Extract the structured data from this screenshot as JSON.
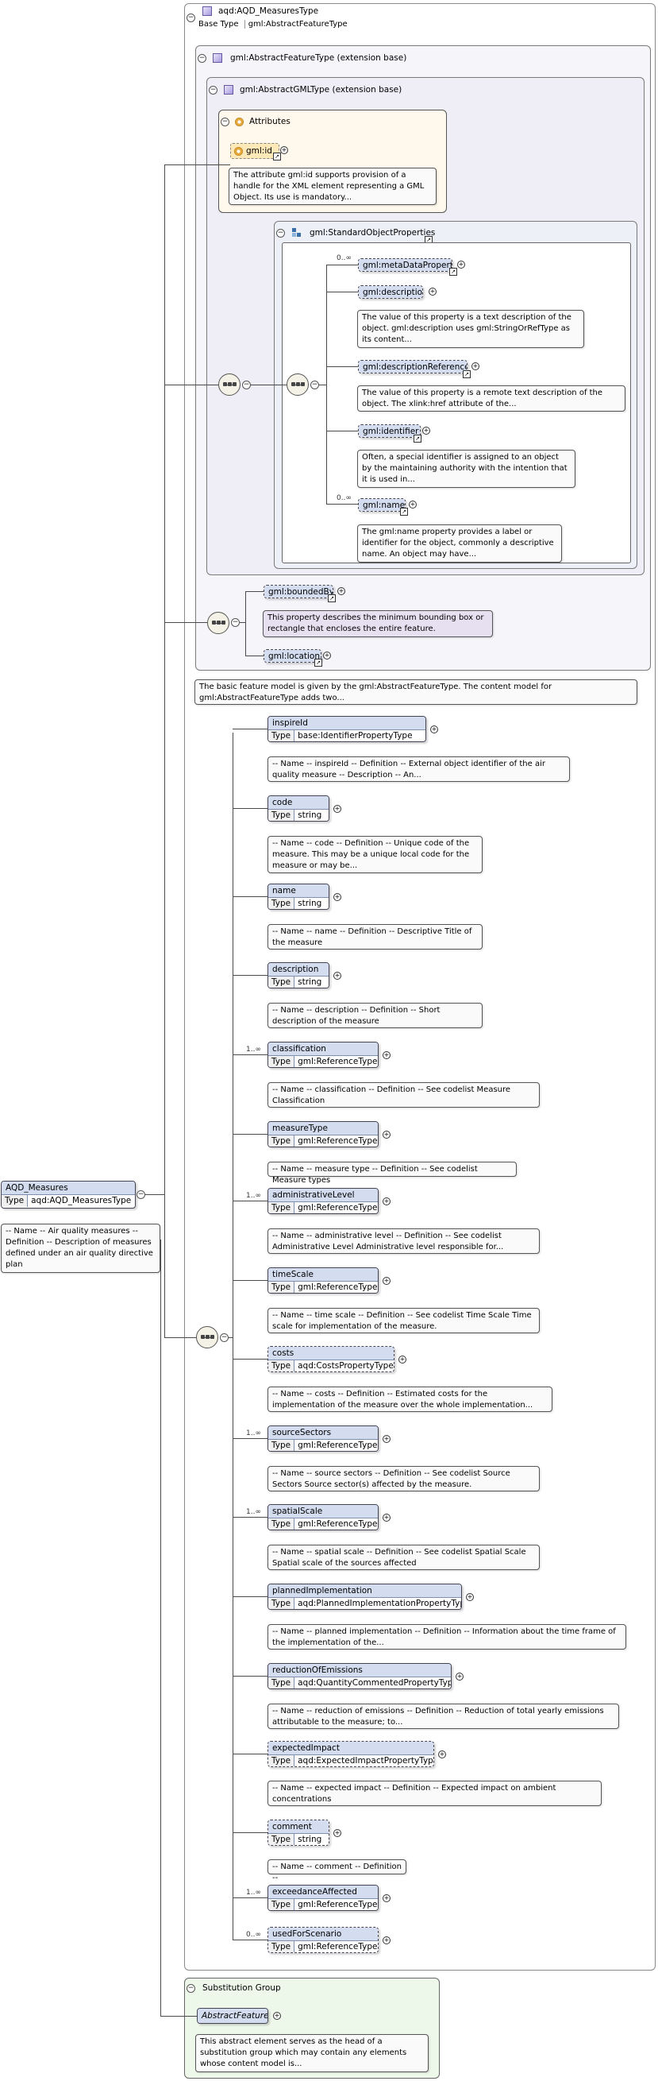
{
  "root_type": {
    "title": "aqd:AQD_MeasuresType",
    "base_type_label": "Base Type",
    "base_type_value": "gml:AbstractFeatureType"
  },
  "feature_ext": {
    "title": "gml:AbstractFeatureType (extension base)"
  },
  "gml_ext": {
    "title": "gml:AbstractGMLType (extension base)"
  },
  "attributes": {
    "title": "Attributes",
    "gml_id": "gml:id",
    "gml_id_doc": "The attribute gml:id supports provision of a handle for the XML element representing a GML Object. Its use is mandatory..."
  },
  "standard_props": {
    "title": "gml:StandardObjectProperties",
    "items": [
      {
        "name": "gml:metaDataProperty",
        "card": "0..∞",
        "doc": ""
      },
      {
        "name": "gml:description",
        "card": "",
        "doc": "The value of this property is a text description of the object. gml:description uses gml:StringOrRefType as its content..."
      },
      {
        "name": "gml:descriptionReference",
        "card": "",
        "doc": "The value of this property is a remote text description of the object. The xlink:href attribute of the..."
      },
      {
        "name": "gml:identifier",
        "card": "",
        "doc": "Often, a special identifier is assigned to an object by the maintaining authority with the intention that it is used in..."
      },
      {
        "name": "gml:name",
        "card": "0..∞",
        "doc": "The gml:name property provides a label or identifier for the object, commonly a descriptive name. An object may have..."
      }
    ]
  },
  "bounded": {
    "name": "gml:boundedBy",
    "doc": "This property describes the minimum bounding box or rectangle that encloses the entire feature.",
    "location": "gml:location"
  },
  "feature_doc": "The basic feature model is given by the gml:AbstractFeatureType. The content model for gml:AbstractFeatureType adds two...",
  "type_label": "Type",
  "elements": [
    {
      "name": "inspireId",
      "type": "base:IdentifierPropertyType",
      "card": "",
      "doc": "-- Name -- inspireId -- Definition -- External object identifier of the air quality measure -- Description -- An..."
    },
    {
      "name": "code",
      "type": "string",
      "card": "",
      "doc": "-- Name -- code -- Definition -- Unique code of the measure. This may be a unique local code for the measure or may be..."
    },
    {
      "name": "name",
      "type": "string",
      "card": "",
      "doc": "-- Name -- name -- Definition -- Descriptive Title of the measure"
    },
    {
      "name": "description",
      "type": "string",
      "card": "",
      "doc": "-- Name -- description -- Definition -- Short description of the measure"
    },
    {
      "name": "classification",
      "type": "gml:ReferenceType",
      "card": "1..∞",
      "doc": "-- Name -- classification -- Definition -- See codelist Measure Classification"
    },
    {
      "name": "measureType",
      "type": "gml:ReferenceType",
      "card": "",
      "doc": "-- Name -- measure type -- Definition -- See codelist Measure types"
    },
    {
      "name": "administrativeLevel",
      "type": "gml:ReferenceType",
      "card": "1..∞",
      "doc": "-- Name -- administrative level -- Definition -- See codelist Administrative Level Administrative level responsible for..."
    },
    {
      "name": "timeScale",
      "type": "gml:ReferenceType",
      "card": "",
      "doc": "-- Name -- time scale -- Definition -- See codelist Time Scale Time scale for implementation of the measure."
    },
    {
      "name": "costs",
      "type": "aqd:CostsPropertyType",
      "card": "",
      "doc": "-- Name -- costs -- Definition -- Estimated costs for the implementation of the measure over the whole implementation..."
    },
    {
      "name": "sourceSectors",
      "type": "gml:ReferenceType",
      "card": "1..∞",
      "doc": "-- Name -- source sectors -- Definition -- See codelist Source Sectors Source sector(s) affected by the measure."
    },
    {
      "name": "spatialScale",
      "type": "gml:ReferenceType",
      "card": "1..∞",
      "doc": "-- Name -- spatial scale -- Definition -- See codelist Spatial Scale Spatial scale of the sources affected"
    },
    {
      "name": "plannedImplementation",
      "type": "aqd:PlannedImplementationPropertyType",
      "card": "",
      "doc": "-- Name -- planned implementation -- Definition -- Information about the time frame of the implementation of the..."
    },
    {
      "name": "reductionOfEmissions",
      "type": "aqd:QuantityCommentedPropertyType",
      "card": "",
      "doc": "-- Name -- reduction of emissions -- Definition -- Reduction of total yearly emissions attributable to the measure; to..."
    },
    {
      "name": "expectedImpact",
      "type": "aqd:ExpectedImpactPropertyType",
      "card": "",
      "doc": "-- Name -- expected impact -- Definition -- Expected impact on ambient concentrations"
    },
    {
      "name": "comment",
      "type": "string",
      "card": "",
      "doc": "-- Name -- comment -- Definition --"
    },
    {
      "name": "exceedanceAffected",
      "type": "gml:ReferenceType",
      "card": "1..∞",
      "doc": ""
    },
    {
      "name": "usedForScenario",
      "type": "gml:ReferenceType",
      "card": "0..∞",
      "doc": ""
    }
  ],
  "root_element": {
    "name": "AQD_Measures",
    "type": "aqd:AQD_MeasuresType",
    "doc": "-- Name -- Air quality measures -- Definition -- Description of measures defined under an air quality directive plan"
  },
  "substitution": {
    "title": "Substitution Group",
    "name": "AbstractFeature",
    "doc": "This abstract element serves as the head of a substitution group which may contain any elements whose content model is..."
  }
}
